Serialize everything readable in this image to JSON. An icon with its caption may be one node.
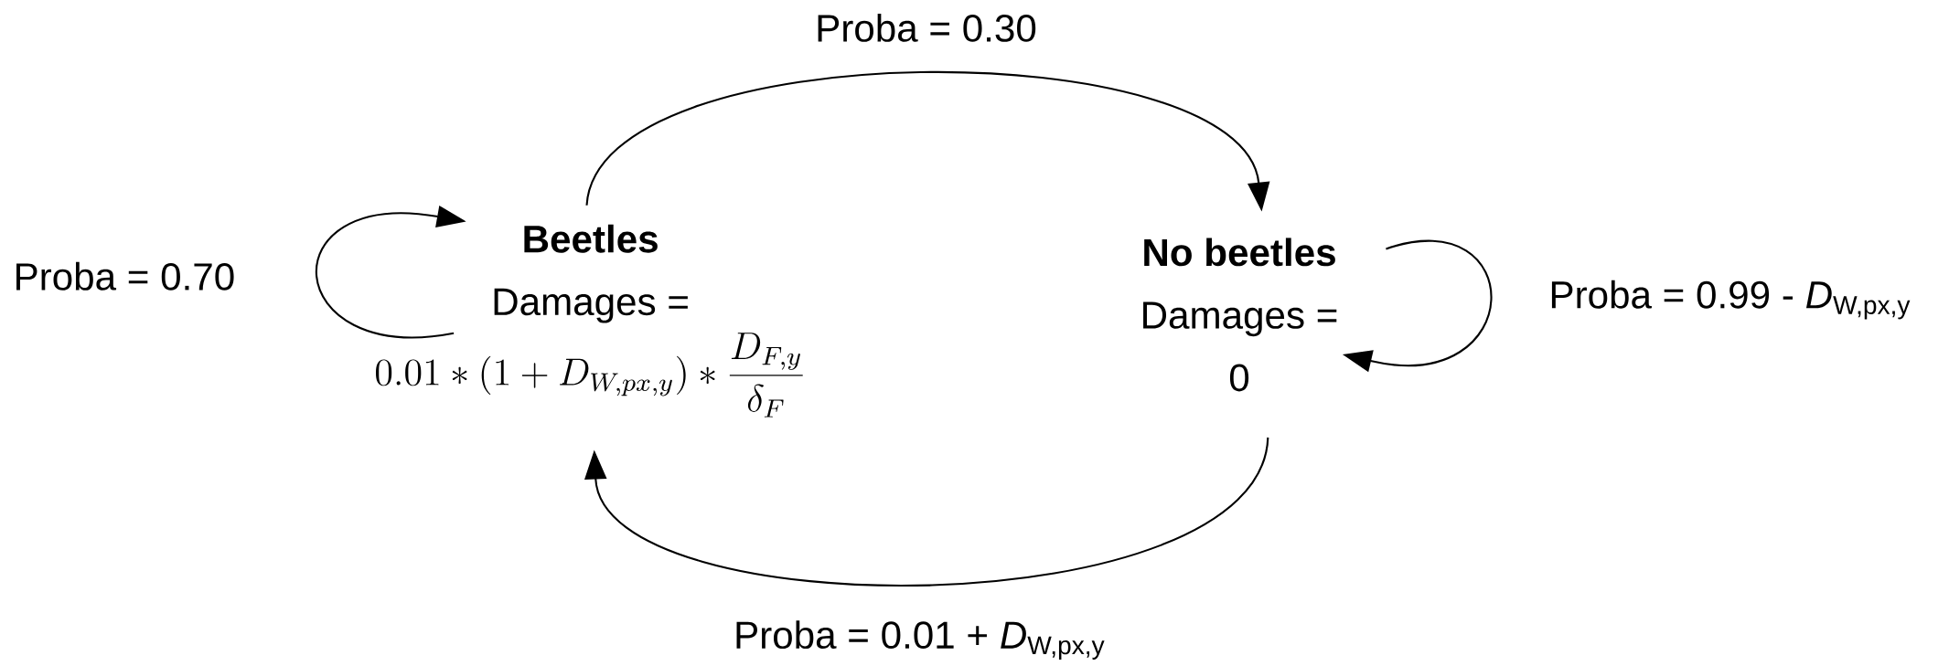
{
  "diagram": {
    "nodes": [
      {
        "text": [
          "Beetles",
          "Damages =",
          "0.01 * \\left(1 + D_{W,px,y}\\right) * \\frac{D_{F,y}}{\\delta_F}"
        ]
      },
      {
        "text": [
          "No beetles",
          "Damages =",
          "0"
        ]
      }
    ],
    "edges": [
      {
        "from": 0,
        "to": 0,
        "arrow": "to",
        "label": "Proba = 0.70"
      },
      {
        "from": 0,
        "to": 1,
        "arrow": "to",
        "label": "Proba = 0.30"
      },
      {
        "from": 1,
        "to": 1,
        "arrow": "to",
        "label": "Proba = 0.99 - *D*$_{W,px,y}$"
      },
      {
        "from": 1,
        "to": 0,
        "arrow": "to",
        "label": "Proba = 0.01 + *D*$_{W,px,y}$"
      }
    ]
  }
}
